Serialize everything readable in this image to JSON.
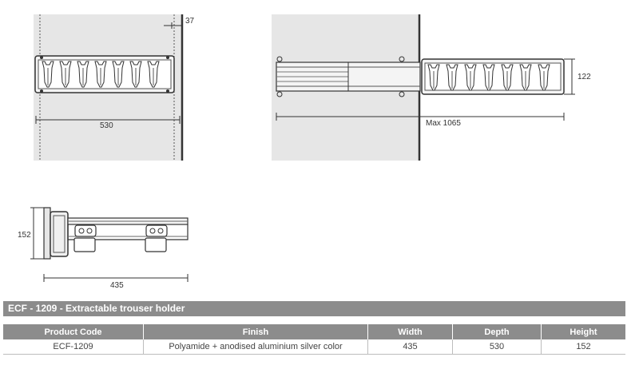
{
  "dimensions": {
    "top_view_wall_gap": "37",
    "top_view_width": "530",
    "front_view_max": "Max 1065",
    "front_view_height": "122",
    "side_view_height": "152",
    "side_view_depth": "435"
  },
  "product_title": "ECF - 1209 - Extractable trouser holder",
  "table": {
    "headers": [
      "Product Code",
      "Finish",
      "Width",
      "Depth",
      "Height"
    ],
    "rows": [
      [
        "ECF-1209",
        "Polyamide + anodised aluminium silver color",
        "435",
        "530",
        "152"
      ]
    ]
  },
  "colors": {
    "header_bg": "#8c8c8c",
    "wall_bg": "#e6e6e6"
  }
}
